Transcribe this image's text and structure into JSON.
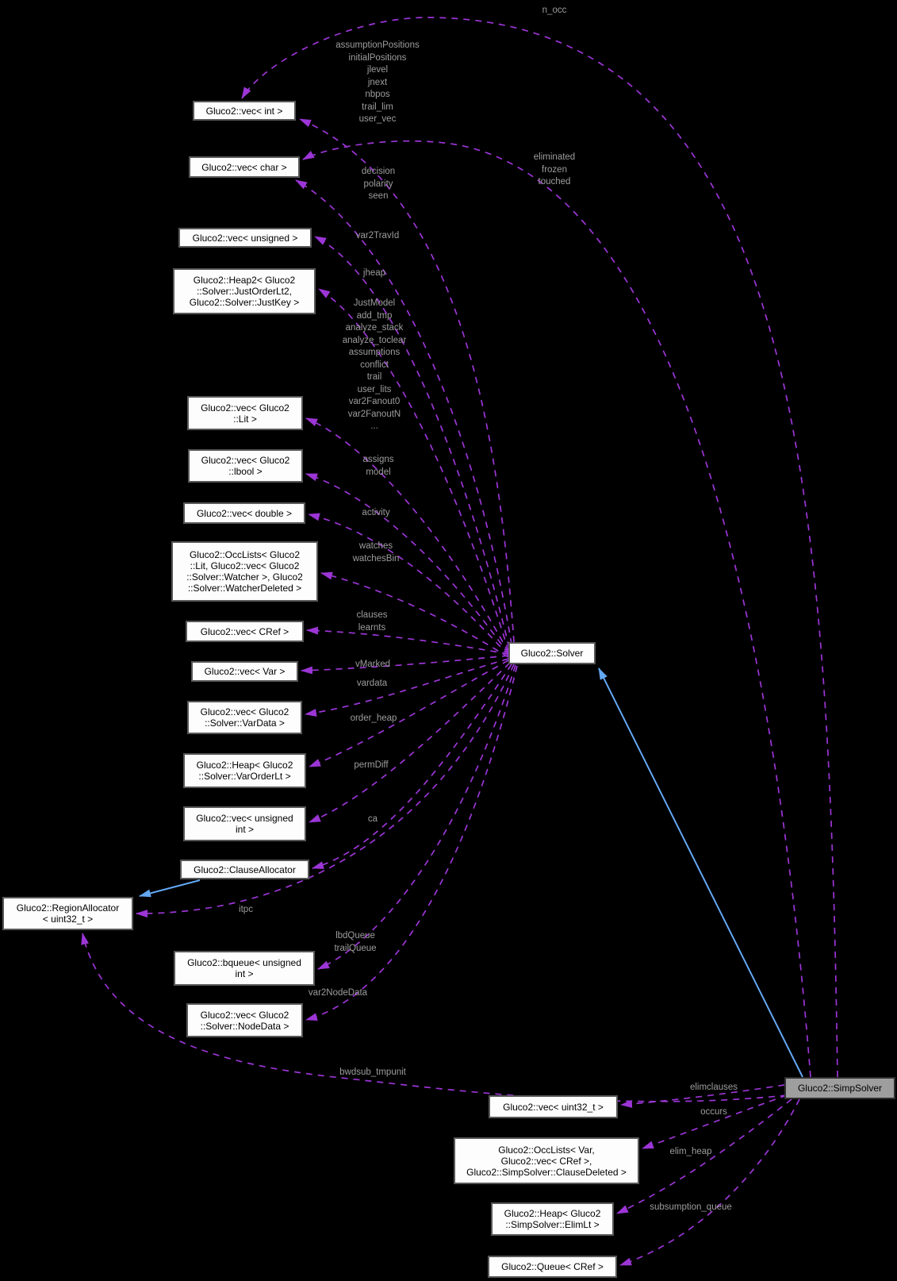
{
  "diagram": {
    "type": "doxygen-collaboration-graph",
    "colors": {
      "background": "#000000",
      "usage_edge": "#9c35d6",
      "inheritance_edge": "#63a8f5",
      "edge_label": "#9d9d9d",
      "node_bg": "#fdfdfd",
      "node_border": "#585858",
      "highlight_node_bg": "#9e9e9e"
    },
    "nodes": {
      "vec_int": {
        "label": "Gluco2::vec< int >"
      },
      "vec_char": {
        "label": "Gluco2::vec< char >"
      },
      "vec_unsigned": {
        "label": "Gluco2::vec< unsigned >"
      },
      "heap2_just": {
        "label": "Gluco2::Heap2< Gluco2\n::Solver::JustOrderLt2,\nGluco2::Solver::JustKey >"
      },
      "vec_lit": {
        "label": "Gluco2::vec< Gluco2\n::Lit >"
      },
      "vec_lbool": {
        "label": "Gluco2::vec< Gluco2\n::lbool >"
      },
      "vec_double": {
        "label": "Gluco2::vec< double >"
      },
      "occlists_solver": {
        "label": "Gluco2::OccLists< Gluco2\n::Lit, Gluco2::vec< Gluco2\n::Solver::Watcher >, Gluco2\n::Solver::WatcherDeleted >"
      },
      "vec_cref": {
        "label": "Gluco2::vec< CRef >"
      },
      "vec_var": {
        "label": "Gluco2::vec< Var >"
      },
      "vec_vardata": {
        "label": "Gluco2::vec< Gluco2\n::Solver::VarData >"
      },
      "heap_varorder": {
        "label": "Gluco2::Heap< Gluco2\n::Solver::VarOrderLt >"
      },
      "vec_uint": {
        "label": "Gluco2::vec< unsigned\nint >"
      },
      "clause_alloc": {
        "label": "Gluco2::ClauseAllocator"
      },
      "region_alloc": {
        "label": "Gluco2::RegionAllocator\n< uint32_t >"
      },
      "bqueue": {
        "label": "Gluco2::bqueue< unsigned\nint >"
      },
      "vec_nodedata": {
        "label": "Gluco2::vec< Gluco2\n::Solver::NodeData >"
      },
      "solver": {
        "label": "Gluco2::Solver"
      },
      "vec_uint32": {
        "label": "Gluco2::vec< uint32_t >"
      },
      "occlists_simp": {
        "label": "Gluco2::OccLists< Var,\nGluco2::vec< CRef >,\nGluco2::SimpSolver::ClauseDeleted >"
      },
      "heap_elimlt": {
        "label": "Gluco2::Heap< Gluco2\n::SimpSolver::ElimLt >"
      },
      "queue_cref": {
        "label": "Gluco2::Queue< CRef >"
      },
      "simpsolver": {
        "label": "Gluco2::SimpSolver"
      }
    },
    "edges": [
      {
        "from": "simpsolver",
        "to": "vec_int",
        "style": "usage",
        "label": "n_occ"
      },
      {
        "from": "solver",
        "to": "vec_int",
        "style": "usage",
        "label": "assumptionPositions\ninitialPositions\njlevel\njnext\nnbpos\ntrail_lim\nuser_vec"
      },
      {
        "from": "simpsolver",
        "to": "vec_char",
        "style": "usage",
        "label": "eliminated\nfrozen\ntouched"
      },
      {
        "from": "solver",
        "to": "vec_char",
        "style": "usage",
        "label": "decision\npolarity\nseen"
      },
      {
        "from": "solver",
        "to": "vec_unsigned",
        "style": "usage",
        "label": "var2TravId"
      },
      {
        "from": "solver",
        "to": "heap2_just",
        "style": "usage",
        "label": "jheap"
      },
      {
        "from": "solver",
        "to": "vec_lit",
        "style": "usage",
        "label": "JustModel\nadd_tmp\nanalyze_stack\nanalyze_toclear\nassumptions\nconflict\ntrail\nuser_lits\nvar2Fanout0\nvar2FanoutN\n..."
      },
      {
        "from": "solver",
        "to": "vec_lbool",
        "style": "usage",
        "label": "assigns\nmodel"
      },
      {
        "from": "solver",
        "to": "vec_double",
        "style": "usage",
        "label": "activity"
      },
      {
        "from": "solver",
        "to": "occlists_solver",
        "style": "usage",
        "label": "watches\nwatchesBin"
      },
      {
        "from": "solver",
        "to": "vec_cref",
        "style": "usage",
        "label": "clauses\nlearnts"
      },
      {
        "from": "solver",
        "to": "vec_var",
        "style": "usage",
        "label": "vMarked"
      },
      {
        "from": "solver",
        "to": "vec_vardata",
        "style": "usage",
        "label": "vardata"
      },
      {
        "from": "solver",
        "to": "heap_varorder",
        "style": "usage",
        "label": "order_heap"
      },
      {
        "from": "solver",
        "to": "vec_uint",
        "style": "usage",
        "label": "permDiff"
      },
      {
        "from": "solver",
        "to": "clause_alloc",
        "style": "usage",
        "label": "ca"
      },
      {
        "from": "solver",
        "to": "region_alloc",
        "style": "usage",
        "label": "itpc"
      },
      {
        "from": "solver",
        "to": "bqueue",
        "style": "usage",
        "label": "lbdQueue\ntrailQueue"
      },
      {
        "from": "solver",
        "to": "vec_nodedata",
        "style": "usage",
        "label": "var2NodeData"
      },
      {
        "from": "simpsolver",
        "to": "region_alloc",
        "style": "usage",
        "label": "bwdsub_tmpunit"
      },
      {
        "from": "simpsolver",
        "to": "vec_uint32",
        "style": "usage",
        "label": "elimclauses"
      },
      {
        "from": "simpsolver",
        "to": "occlists_simp",
        "style": "usage",
        "label": "occurs"
      },
      {
        "from": "simpsolver",
        "to": "heap_elimlt",
        "style": "usage",
        "label": "elim_heap"
      },
      {
        "from": "simpsolver",
        "to": "queue_cref",
        "style": "usage",
        "label": "subsumption_queue"
      },
      {
        "from": "simpsolver",
        "to": "solver",
        "style": "inheritance",
        "label": ""
      },
      {
        "from": "clause_alloc",
        "to": "region_alloc",
        "style": "inheritance",
        "label": ""
      }
    ]
  }
}
